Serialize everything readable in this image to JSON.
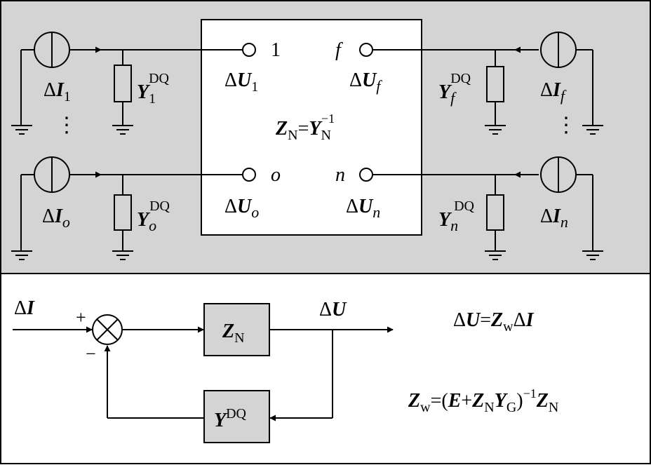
{
  "colors": {
    "top_panel_bg": "#d4d4d4",
    "bottom_panel_bg": "#ffffff",
    "block_fill": "#d4d4d4",
    "line": "#000000"
  },
  "network": {
    "matrix_eq": {
      "lhs": "Z",
      "lhs_sub": "N",
      "eq": "=",
      "rhs": "Y",
      "rhs_sub": "N",
      "rhs_sup": "−1"
    },
    "left_ports": [
      {
        "node": "1",
        "current_sub": "1",
        "voltage_sub": "1",
        "admittance_sub": "1",
        "admittance_sup": "DQ"
      },
      {
        "node": "o",
        "current_sub": "o",
        "voltage_sub": "o",
        "admittance_sub": "o",
        "admittance_sup": "DQ"
      }
    ],
    "right_ports": [
      {
        "node": "f",
        "current_sub": "f",
        "voltage_sub": "f",
        "admittance_sub": "f",
        "admittance_sup": "DQ"
      },
      {
        "node": "n",
        "current_sub": "n",
        "voltage_sub": "n",
        "admittance_sub": "n",
        "admittance_sup": "DQ"
      }
    ],
    "symbols": {
      "delta": "Δ",
      "current": "I",
      "voltage": "U",
      "admittance": "Y",
      "vdots": "⋮"
    }
  },
  "block_diagram": {
    "input": {
      "delta": "Δ",
      "sym": "I"
    },
    "output": {
      "delta": "Δ",
      "sym": "U"
    },
    "plus": "+",
    "minus": "−",
    "forward_block": {
      "sym": "Z",
      "sub": "N"
    },
    "feedback_block": {
      "sym": "Y",
      "sup": "DQ"
    },
    "eq1": {
      "d1": "Δ",
      "s1": "U",
      "eq": "=",
      "s2": "Z",
      "sub2": "w",
      "d2": "Δ",
      "s3": "I"
    },
    "eq2": {
      "lhs": "Z",
      "lhs_sub": "w",
      "eq": "=(",
      "e": "E",
      "plus": "+",
      "z": "Z",
      "z_sub": "N",
      "y": "Y",
      "y_sub": "G",
      "close": ")",
      "sup": "−1",
      "z2": "Z",
      "z2_sub": "N"
    }
  }
}
